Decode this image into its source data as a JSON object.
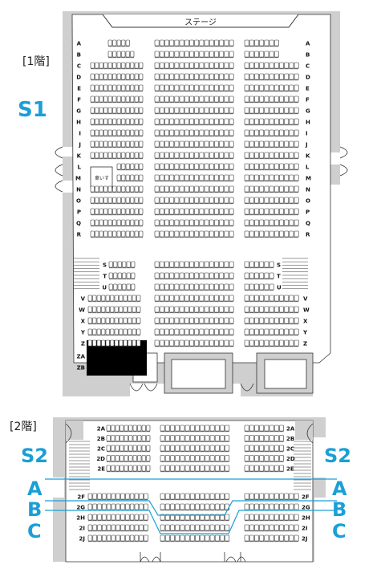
{
  "floor1": {
    "title": "[1階]",
    "stage": "ステージ",
    "section": "S1",
    "wheelchair": "車いす",
    "rows_a_r": [
      "A",
      "B",
      "C",
      "D",
      "E",
      "F",
      "G",
      "H",
      "I",
      "J",
      "K",
      "L",
      "M",
      "N",
      "O",
      "P",
      "Q",
      "R"
    ],
    "rows_s_y": [
      "S",
      "T",
      "U",
      "V",
      "W",
      "X",
      "Y",
      "Z"
    ],
    "rows_za": [
      "ZA",
      "ZB"
    ]
  },
  "floor2": {
    "title": "[2階]",
    "section_left": "S2",
    "section_right": "S2",
    "rows_front": [
      "2A",
      "2B",
      "2C",
      "2D",
      "2E"
    ],
    "rows_back": [
      "2F",
      "2G",
      "2H",
      "2I",
      "2J"
    ]
  },
  "sections": {
    "a": "A",
    "b": "B",
    "c": "C"
  },
  "colors": {
    "accent": "#1a9fd6",
    "wall": "#cfcfcf",
    "seat": "#ffffff",
    "seat_stroke": "#333333",
    "blocked": "#000000"
  }
}
